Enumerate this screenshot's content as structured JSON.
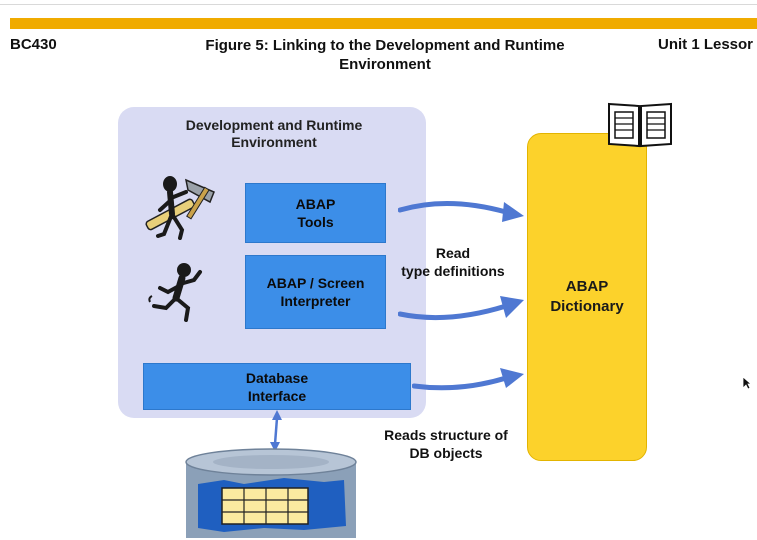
{
  "header": {
    "course": "BC430",
    "figure_title": "Figure 5: Linking to the Development and Runtime Environment",
    "unit": "Unit 1 Lessor"
  },
  "diagram": {
    "environment_title": "Development and Runtime Environment",
    "tools": {
      "line1": "ABAP",
      "line2": "Tools"
    },
    "interpreter": {
      "line1": "ABAP / Screen",
      "line2": "Interpreter"
    },
    "db_interface": {
      "line1": "Database",
      "line2": "Interface"
    },
    "dictionary": {
      "line1": "ABAP",
      "line2": "Dictionary"
    },
    "read_label": {
      "line1": "Read",
      "line2": "type definitions"
    },
    "reads_label": {
      "line1": "Reads structure of",
      "line2": "DB objects"
    }
  },
  "colors": {
    "accent_bar": "#f0ab00",
    "panel": "#d9dbf3",
    "box_blue": "#3c8ee8",
    "dictionary_yellow": "#fcd22b",
    "arrow_blue": "#4f78d2"
  },
  "icons": [
    "worker-with-hammer-icon",
    "running-figure-icon",
    "open-book-icon",
    "database-cylinder-icon",
    "mouse-cursor-icon"
  ]
}
